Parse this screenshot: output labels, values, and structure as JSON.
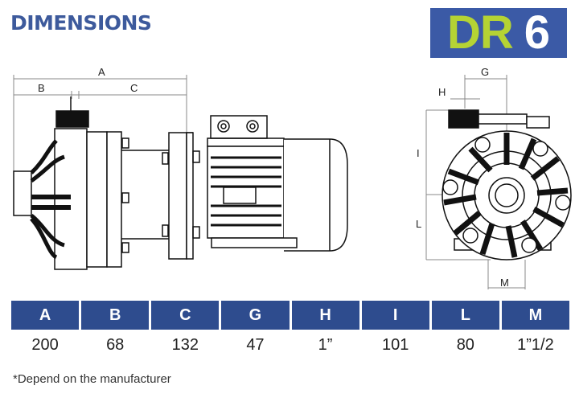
{
  "header": {
    "title": "DIMENSIONS",
    "badge": {
      "prefix": "DR",
      "number": "6",
      "bg_color": "#3b5aa6",
      "prefix_color": "#b5d334",
      "number_color": "#ffffff"
    }
  },
  "drawing": {
    "side_view_labels": {
      "A": "A",
      "B": "B",
      "C": "C"
    },
    "front_view_labels": {
      "G": "G",
      "H": "H",
      "I": "I",
      "L": "L",
      "M": "M"
    }
  },
  "table": {
    "header_color": "#2e4c8e",
    "columns": [
      "A",
      "B",
      "C",
      "G",
      "H",
      "I",
      "L",
      "M"
    ],
    "values": [
      "200",
      "68",
      "132",
      "47",
      "1”",
      "101",
      "80",
      "1”1/2"
    ]
  },
  "footnote": "*Depend on the manufacturer"
}
